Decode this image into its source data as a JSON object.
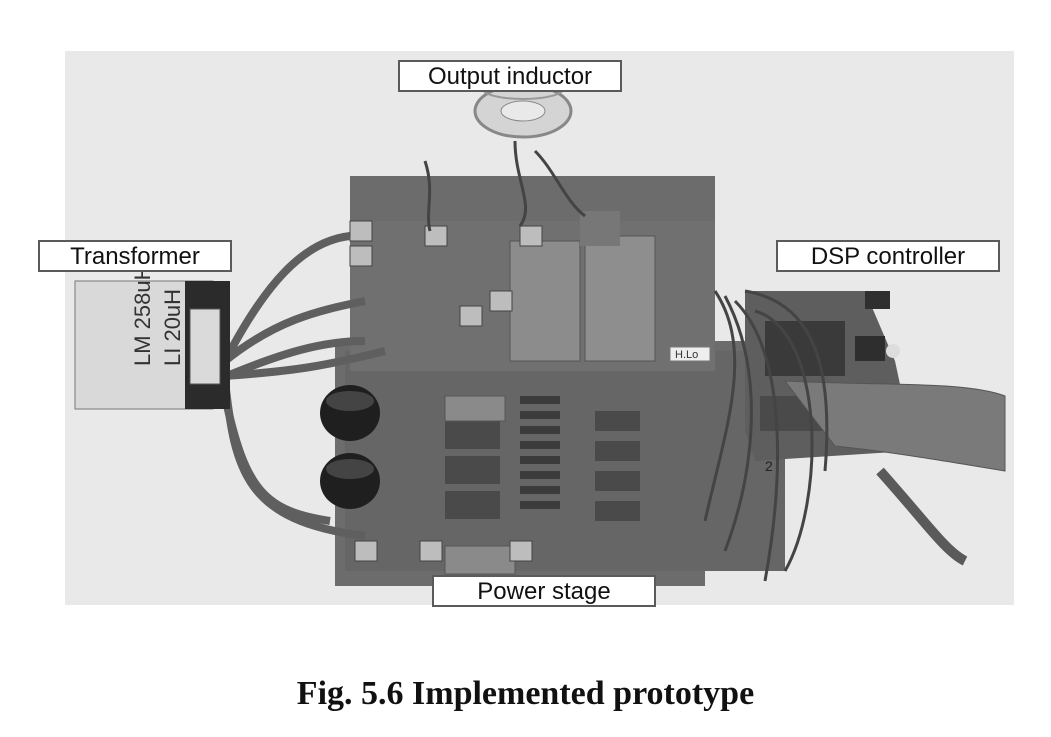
{
  "figure": {
    "caption": "Fig. 5.6 Implemented prototype",
    "callouts": {
      "output_inductor": "Output inductor",
      "transformer": "Transformer",
      "dsp_controller": "DSP controller",
      "power_stage": "Power stage"
    },
    "transformer_label": {
      "line1": "LM 258uH",
      "line2": "LI 20uH"
    },
    "inductor_tag": "H.Lo",
    "cable_tag": "2",
    "colors": {
      "background": "#e8e8e8",
      "pcb": "#6e6e6e",
      "callout_border": "#5a5a5a"
    }
  }
}
